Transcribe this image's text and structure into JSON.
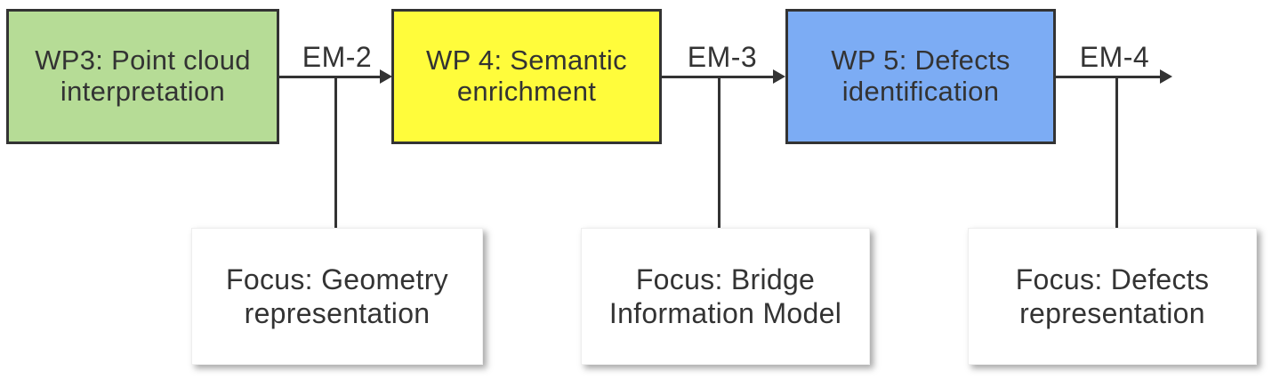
{
  "diagram": {
    "stages": [
      {
        "label": "WP3: Point cloud\ninterpretation",
        "fill": "#B6DC96"
      },
      {
        "label": "WP 4: Semantic\nenrichment",
        "fill": "#FFFC3B"
      },
      {
        "label": "WP 5: Defects\nidentification",
        "fill": "#7CACF4"
      }
    ],
    "milestones": [
      {
        "label": "EM-2"
      },
      {
        "label": "EM-3"
      },
      {
        "label": "EM-4"
      }
    ],
    "focus_notes": [
      {
        "label": "Focus: Geometry\nrepresentation"
      },
      {
        "label": "Focus: Bridge\nInformation Model"
      },
      {
        "label": "Focus: Defects\nrepresentation"
      }
    ],
    "colors": {
      "stage_fill_green": "#B6DC96",
      "stage_fill_yellow": "#FFFC3B",
      "stage_fill_blue": "#7CACF4",
      "line": "#333333",
      "text": "#333333",
      "note_background": "#ffffff"
    }
  }
}
